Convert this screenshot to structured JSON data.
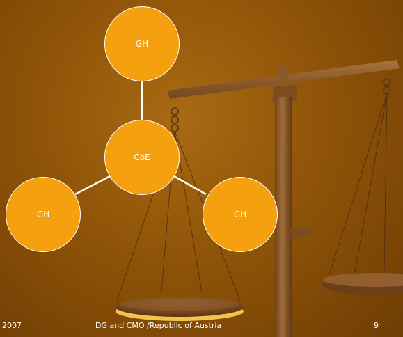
{
  "diagram": {
    "center_label": "CoE",
    "top_label": "GH",
    "left_label": "GH",
    "right_label": "GH"
  },
  "footer": {
    "year": "2007",
    "center_text": "DG and CMO /Republic of Austria",
    "page_number": "9"
  },
  "colors": {
    "background": "#8f5408",
    "node_fill": "#f5a00f",
    "connector": "#ffffff",
    "scale_wood": "#8a5a2c"
  },
  "background_image": "balance-scale"
}
